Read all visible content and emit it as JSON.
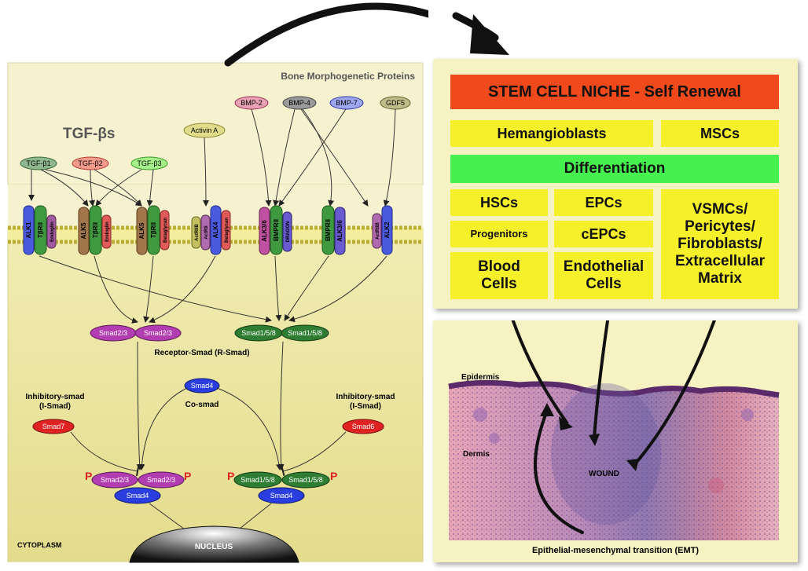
{
  "pathway": {
    "bmp_title": "Bone Morphogenetic Proteins",
    "tgf_title": "TGF-βs",
    "ligands": {
      "tgfb1": "TGF-β1",
      "tgfb2": "TGF-β2",
      "tgfb3": "TGF-β3",
      "activin": "Activin A",
      "bmp2": "BMP-2",
      "bmp4": "BMP-4",
      "bmp7": "BMP-7",
      "gdf5": "GDF5"
    },
    "receptors": {
      "alk1": "ALK1",
      "tbrii": "TβRII",
      "endoglin": "Endoglin",
      "alk5": "ALK5",
      "betaglycan": "Betaglycan",
      "actriib": "ActRIIB",
      "actrii": "ActRII",
      "alk4": "ALK4",
      "alk36": "ALK3/6",
      "bmprii": "BMPRII",
      "dragon": "DRAGON",
      "alk2": "ALK2"
    },
    "smads": {
      "smad23": "Smad2/3",
      "smad158": "Smad1/5/8",
      "smad4": "Smad4",
      "smad7": "Smad7",
      "smad6": "Smad6",
      "p": "P"
    },
    "labels": {
      "rsmad": "Receptor-Smad (R-Smad)",
      "cosmad": "Co-smad",
      "ismad_l1": "Inhibitory-smad",
      "ismad_l2": "(I-Smad)",
      "cytoplasm": "CYTOPLASM",
      "nucleus": "NUCLEUS"
    }
  },
  "niche": {
    "title": "STEM CELL NICHE - Self Renewal",
    "hemangioblasts": "Hemangioblasts",
    "mscs": "MSCs",
    "differentiation": "Differentiation",
    "hscs": "HSCs",
    "epcs": "EPCs",
    "vsmc_l1": "VSMCs/",
    "vsmc_l2": "Pericytes/",
    "vsmc_l3": "Fibroblasts/",
    "vsmc_l4": "Extracellular",
    "vsmc_l5": "Matrix",
    "progenitors": "Progenitors",
    "cepcs": "cEPCs",
    "blood_l1": "Blood",
    "blood_l2": "Cells",
    "endo_l1": "Endothelial",
    "endo_l2": "Cells"
  },
  "wound": {
    "epidermis": "Epidermis",
    "dermis": "Dermis",
    "wound": "WOUND",
    "emt": "Epithelial-mesenchymal transition (EMT)"
  },
  "colors": {
    "niche_title": "#f04a1c",
    "niche_cells": "#f5f029",
    "differentiation": "#46f04f",
    "smad23": "#b23db0",
    "smad158": "#2e7d32",
    "smad4": "#2a3ee0",
    "inhibitory": "#e02222"
  }
}
